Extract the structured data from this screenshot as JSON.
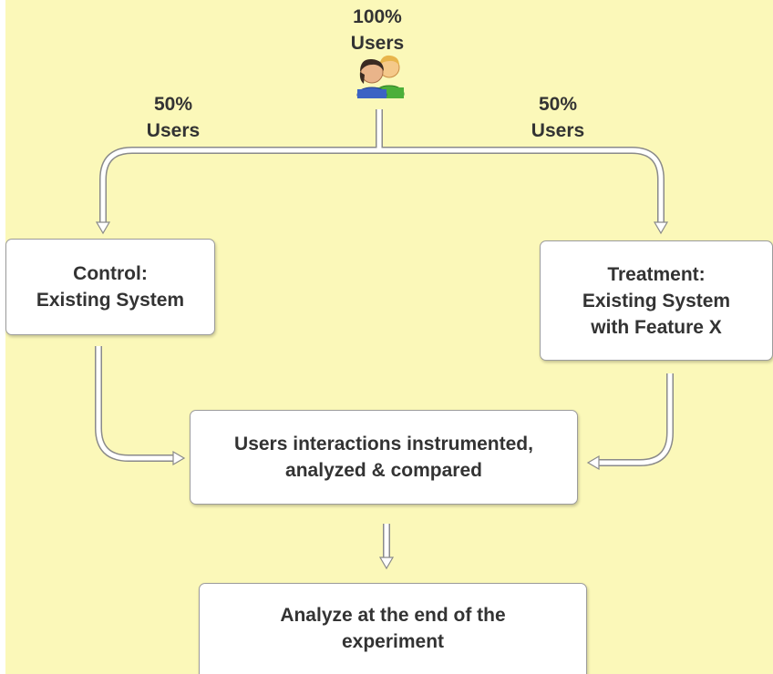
{
  "top": {
    "percent": "100%",
    "users": "Users",
    "icon": "users-group-icon"
  },
  "left_branch": {
    "percent": "50%",
    "users": "Users"
  },
  "right_branch": {
    "percent": "50%",
    "users": "Users"
  },
  "control_box": {
    "line1": "Control:",
    "line2": "Existing System"
  },
  "treatment_box": {
    "line1": "Treatment:",
    "line2": "Existing System",
    "line3": "with Feature X"
  },
  "instrumented_box": {
    "line1": "Users interactions instrumented,",
    "line2": "analyzed & compared"
  },
  "final_box": {
    "line1": "Analyze at the end of the",
    "line2": "experiment"
  },
  "colors": {
    "background": "#fbf8b9",
    "box_fill": "#ffffff",
    "box_border": "#9c9c9c",
    "arrow_outline": "#8a8a8a",
    "text": "#333333"
  }
}
